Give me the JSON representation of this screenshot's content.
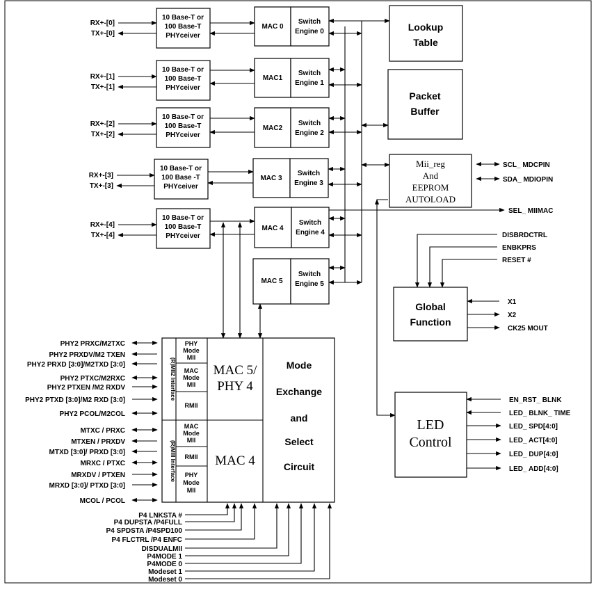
{
  "phy_ports": [
    {
      "rx": "RX+-[0]",
      "tx": "TX+-[0]",
      "phy": [
        "10 Base-T or",
        "100 Base-T",
        "PHYceiver"
      ],
      "mac": "MAC 0",
      "engine": [
        "Switch",
        "Engine 0"
      ]
    },
    {
      "rx": "RX+-[1]",
      "tx": "TX+-[1]",
      "phy": [
        "10 Base-T or",
        "100 Base-T",
        "PHYceiver"
      ],
      "mac": "MAC1",
      "engine": [
        "Switch",
        "Engine 1"
      ]
    },
    {
      "rx": "RX+-[2]",
      "tx": "TX+-[2]",
      "phy": [
        "10 Base-T or",
        "100 Base-T",
        "PHYceiver"
      ],
      "mac": "MAC2",
      "engine": [
        "Switch",
        "Engine 2"
      ]
    },
    {
      "rx": "RX+-[3]",
      "tx": "TX+-[3]",
      "phy": [
        "10 Base-T or",
        "100 Base -T",
        "PHYceiver"
      ],
      "mac": "MAC 3",
      "engine": [
        "Switch",
        "Engine 3"
      ]
    },
    {
      "rx": "RX+-[4]",
      "tx": "TX+-[4]",
      "phy": [
        "10 Base-T or",
        "100 Base-T",
        "PHYceiver"
      ],
      "mac": "MAC 4",
      "engine": [
        "Switch",
        "Engine 4"
      ]
    }
  ],
  "mac5": {
    "mac": "MAC 5",
    "engine": [
      "Switch",
      "Engine 5"
    ]
  },
  "lookup_table": [
    "Lookup",
    "Table"
  ],
  "packet_buffer": [
    "Packet",
    "Buffer"
  ],
  "mii_reg": [
    "Mii_reg",
    "And",
    "EEPROM",
    "AUTOLOAD"
  ],
  "mii_signals": [
    "SCL_ MDCPIN",
    "SDA_ MDIOPIN"
  ],
  "sel_miimac": "SEL_ MIIMAC",
  "global_inputs_top": [
    "DISBRDCTRL",
    "ENBKPRS",
    "RESET #"
  ],
  "global_function": [
    "Global",
    "Function"
  ],
  "global_side": [
    "X1",
    "X2",
    "CK25 MOUT"
  ],
  "led_control": [
    "LED",
    "Control"
  ],
  "led_signals": [
    "EN_RST_ BLNK",
    "LED_ BLNK_ TIME",
    "LED_ SPD[4:0]",
    "LED_ ACT[4:0]",
    "LED_ DUP[4:0]",
    "LED_ ADD[4:0]"
  ],
  "mode_block": {
    "iface_top": "(R)MII2 Interface",
    "iface_bottom": "(R)MIII Interface",
    "top_modes": [
      [
        "PHY",
        "Mode",
        "MII"
      ],
      [
        "MAC",
        "Mode",
        "MII"
      ],
      [
        "RMII"
      ]
    ],
    "bottom_modes": [
      [
        "MAC",
        "Mode",
        "MII"
      ],
      [
        "RMII"
      ],
      [
        "PHY",
        "Mode",
        "MII"
      ]
    ],
    "mac5phy4": [
      "MAC 5/",
      "PHY 4"
    ],
    "mac4": "MAC 4",
    "exchange": [
      "Mode",
      "Exchange",
      "and",
      "Select",
      "Circuit"
    ]
  },
  "left_signals": [
    "PHY2 PRXC/M2TXC",
    "PHY2 PRXDV/M2 TXEN",
    "PHY2 PRXD [3:0]/M2TXD [3:0]",
    "PHY2 PTXC/M2RXC",
    "PHY2 PTXEN /M2 RXDV",
    "PHY2 PTXD [3:0]/M2 RXD [3:0]",
    "PHY2 PCOL/M2COL",
    "MTXC / PRXC",
    "MTXEN / PRXDV",
    "MTXD [3:0]/ PRXD [3:0]",
    "MRXC / PTXC",
    "MRXDV / PTXEN",
    "MRXD [3:0]/ PTXD [3:0]",
    "MCOL / PCOL"
  ],
  "bottom_signals": [
    "P4 LNKSTA #",
    "P4 DUPSTA /P4FULL",
    "P4 SPDSTA /P4SPD100",
    "P4 FLCTRL /P4 ENFC",
    "DISDUALMII",
    "P4MODE 1",
    "P4MODE 0",
    "Modeset 1",
    "Modeset 0"
  ]
}
